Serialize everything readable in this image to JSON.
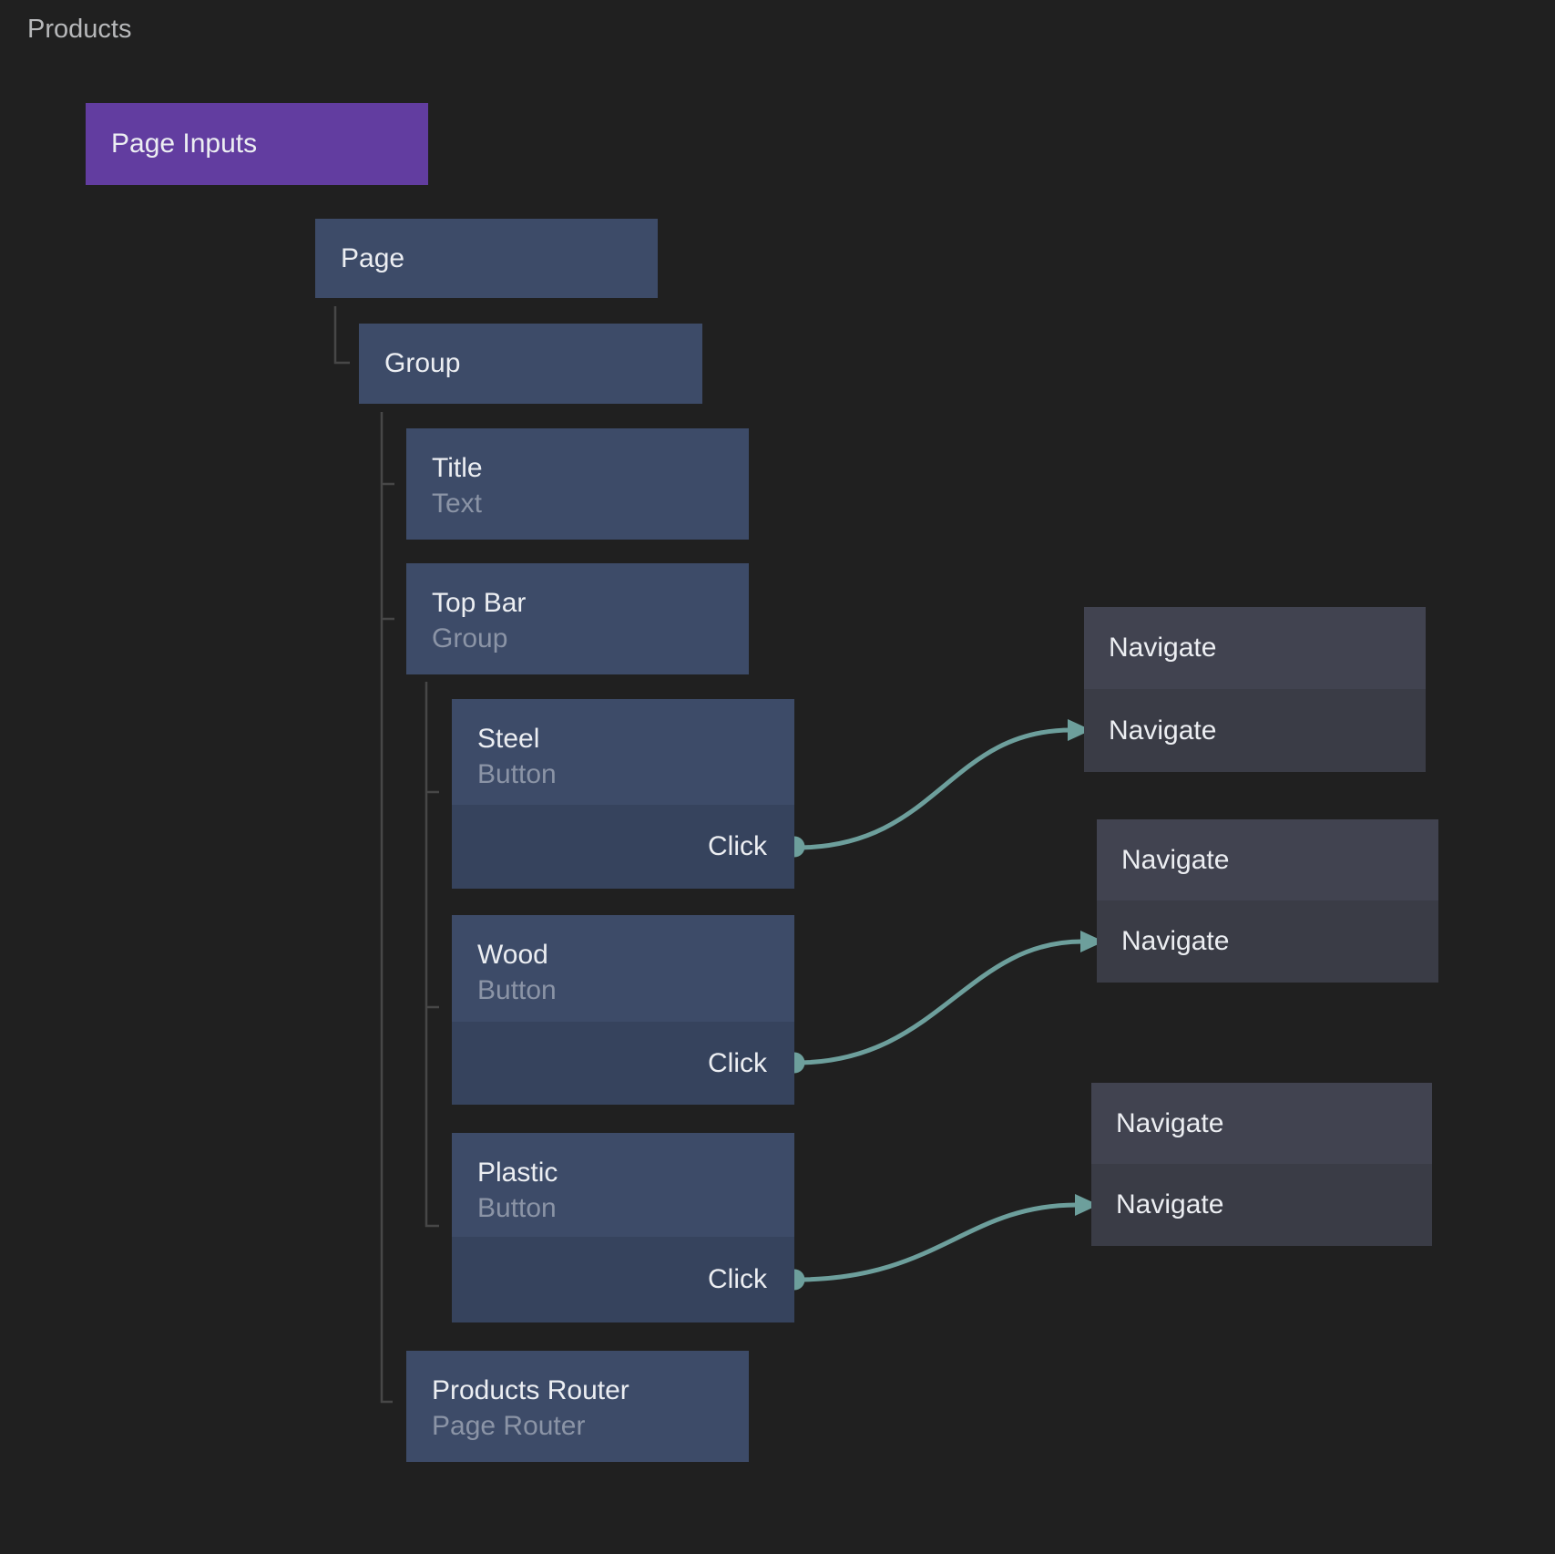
{
  "colors": {
    "canvas_bg": "#202020",
    "node_blue_header": "#3d4b68",
    "node_blue_body": "#36435d",
    "node_purple": "#623da0",
    "nav_header": "#414350",
    "nav_body": "#3a3c46",
    "wire": "#6d9f9c",
    "tree_line": "#474747",
    "title_text": "#eceef2",
    "subtitle_text": "#8b94a6",
    "page_title_text": "#b7b8ba"
  },
  "header": {
    "page_title": "Products"
  },
  "nodes": {
    "page_inputs": {
      "title": "Page Inputs"
    },
    "page": {
      "title": "Page"
    },
    "group": {
      "title": "Group"
    },
    "title": {
      "title": "Title",
      "subtitle": "Text"
    },
    "top_bar": {
      "title": "Top Bar",
      "subtitle": "Group"
    },
    "steel": {
      "title": "Steel",
      "subtitle": "Button",
      "event_label": "Click"
    },
    "wood": {
      "title": "Wood",
      "subtitle": "Button",
      "event_label": "Click"
    },
    "plastic": {
      "title": "Plastic",
      "subtitle": "Button",
      "event_label": "Click"
    },
    "products_router": {
      "title": "Products Router",
      "subtitle": "Page Router"
    },
    "navigate_1": {
      "title": "Navigate",
      "action_label": "Navigate"
    },
    "navigate_2": {
      "title": "Navigate",
      "action_label": "Navigate"
    },
    "navigate_3": {
      "title": "Navigate",
      "action_label": "Navigate"
    }
  }
}
